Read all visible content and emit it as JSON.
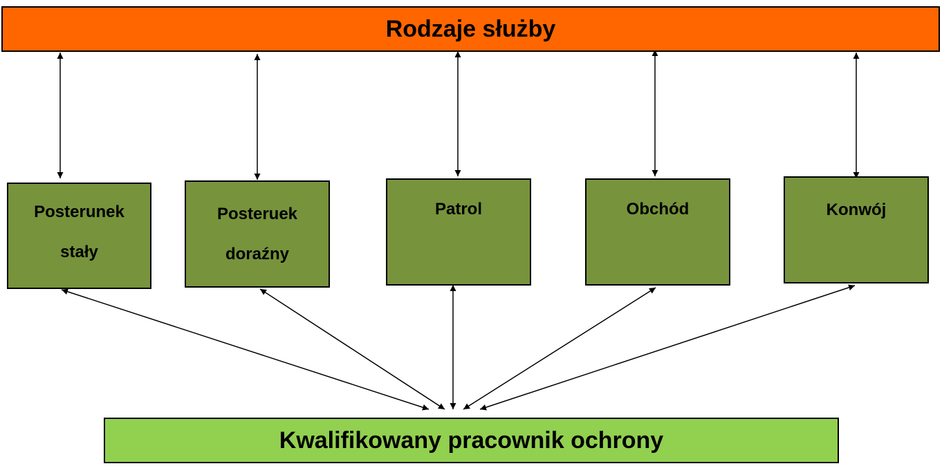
{
  "diagram": {
    "top": {
      "label": "Rodzaje służby"
    },
    "bottom": {
      "label": "Kwalifikowany pracownik ochrony"
    },
    "services": [
      {
        "line1": "Posterunek",
        "line2": "stały"
      },
      {
        "line1": "Posteruek",
        "line2": "doraźny"
      },
      {
        "line1": "Patrol",
        "line2": ""
      },
      {
        "line1": "Obchód",
        "line2": ""
      },
      {
        "line1": "Konwój",
        "line2": ""
      }
    ]
  },
  "colors": {
    "top_fill": "#FF6600",
    "box_fill": "#77933C",
    "bottom_fill": "#92D050",
    "line": "#000000"
  }
}
